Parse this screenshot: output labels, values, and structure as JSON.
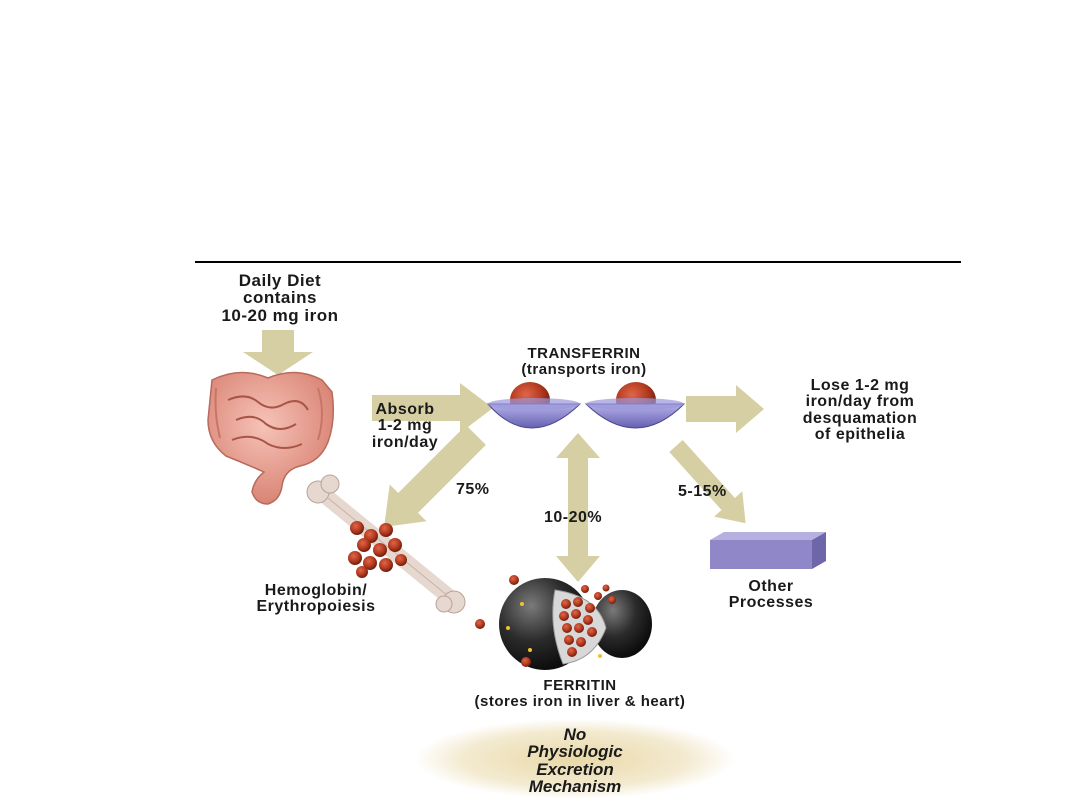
{
  "diet": "Daily Diet\ncontains\n10-20 mg iron",
  "transferrin_title": "TRANSFERRIN",
  "transferrin_sub": "(transports iron)",
  "absorb": "Absorb\n1-2 mg\niron/day",
  "lose": "Lose 1-2 mg\niron/day from\ndesquamation\nof epithelia",
  "pct_hemoglobin": "75%",
  "pct_ferritin": "10-20%",
  "pct_other": "5-15%",
  "hemoglobin": "Hemoglobin/\nErythropoiesis",
  "other": "Other\nProcesses",
  "ferritin_title": "FERRITIN",
  "ferritin_sub": "(stores iron in liver & heart)",
  "excretion_note": "No\nPhysiologic\nExcretion\nMechanism",
  "colors": {
    "arrow": "#d6cfa4",
    "intestine": "#e8a296",
    "transferrin_cup": "#8a86cf",
    "iron_ball": "#b23a1f",
    "box": "#8f87c7",
    "bone": "#e6d7cf",
    "ferritin_shell": "#2b2b2b"
  }
}
